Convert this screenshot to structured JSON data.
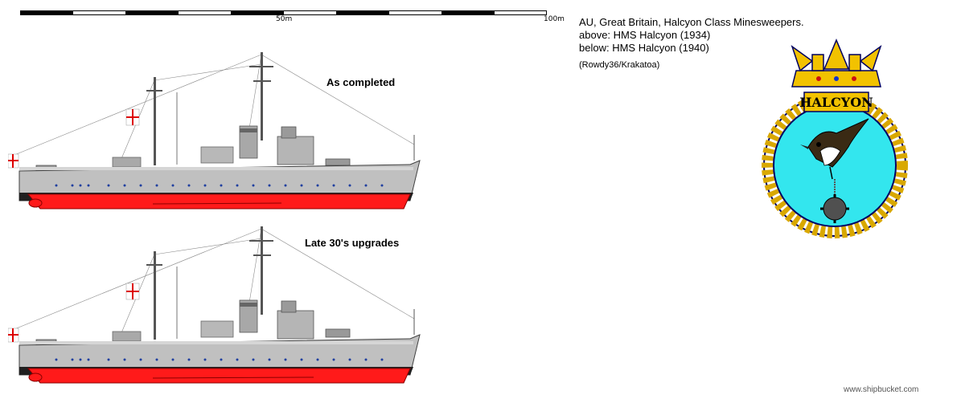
{
  "scale_bar": {
    "mid_label": "50m",
    "end_label": "100m"
  },
  "info": {
    "line1": "AU, Great Britain, Halcyon Class Minesweepers.",
    "line2": "above: HMS Halcyon (1934)",
    "line3": "below: HMS Halcyon (1940)",
    "credit": "(Rowdy36/Krakatoa)"
  },
  "ships": [
    {
      "label": "As completed"
    },
    {
      "label": "Late 30's upgrades"
    }
  ],
  "crest": {
    "name": "HALCYON",
    "colors": {
      "gold": "#f2c200",
      "field": "#33e6ee",
      "navy": "#000060",
      "rope": "#d9a800"
    }
  },
  "colors": {
    "hull_grey": "#c0c0c0",
    "antifouling": "#ff1a1a",
    "boot_top": "#202020",
    "portholes": "#1f3f9f"
  },
  "footer": {
    "site": "www.shipbucket.com"
  }
}
